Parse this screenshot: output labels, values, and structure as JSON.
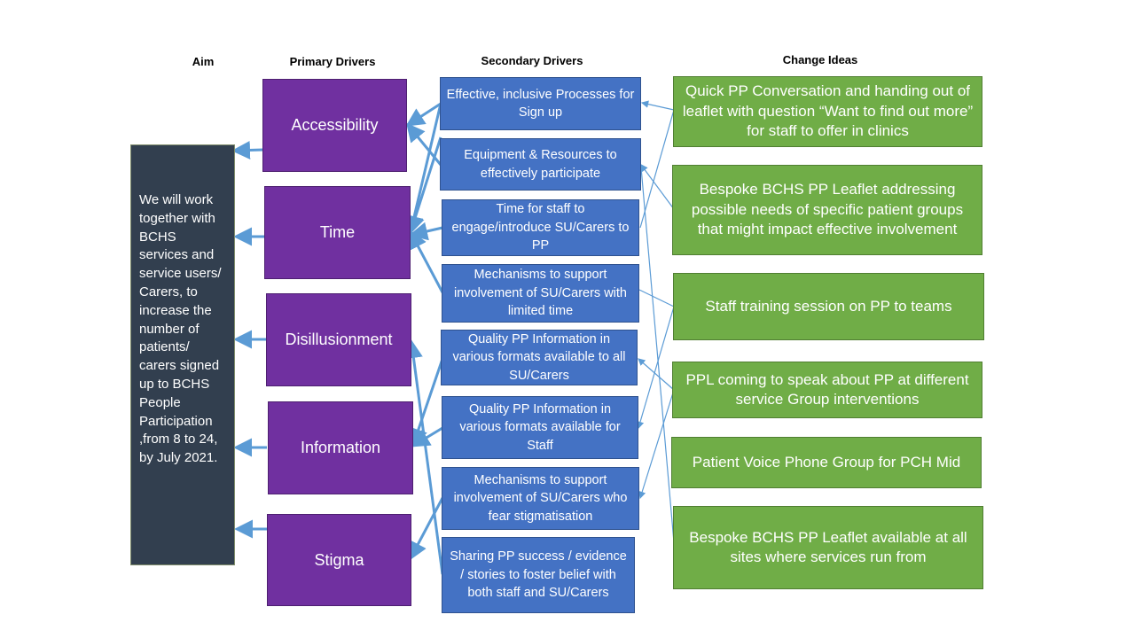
{
  "headers": {
    "aim": "Aim",
    "primary": "Primary Drivers",
    "secondary": "Secondary Drivers",
    "change": "Change Ideas"
  },
  "aim_text": "We will work together with BCHS services and service users/ Carers, to increase the number of patients/ carers signed up to BCHS People Participation ,from 8 to 24, by July 2021.",
  "primary_drivers": [
    "Accessibility",
    "Time",
    "Disillusionment",
    "Information",
    "Stigma"
  ],
  "secondary_drivers": [
    "Effective, inclusive Processes for Sign up",
    "Equipment & Resources to effectively participate",
    "Time for staff to engage/introduce SU/Carers to PP",
    "Mechanisms to support involvement of SU/Carers with limited time",
    "Quality PP Information in various formats available to all SU/Carers",
    "Quality PP Information in various formats available for Staff",
    "Mechanisms to support involvement of SU/Carers who fear stigmatisation",
    "Sharing PP success / evidence / stories to foster belief with both staff and SU/Carers"
  ],
  "change_ideas": [
    "Quick PP Conversation and handing out of leaflet with question “Want to find out more” for staff to offer in clinics",
    "Bespoke BCHS PP Leaflet addressing possible needs of specific patient groups that might impact effective involvement",
    "Staff training session on PP to teams",
    "PPL coming to speak about PP at different service Group interventions",
    "Patient Voice Phone Group for PCH Mid",
    "Bespoke BCHS PP Leaflet available at all sites where services run from"
  ],
  "colors": {
    "aim": "#323f4f",
    "primary": "#7030a0",
    "secondary": "#4472c4",
    "change": "#70ad47",
    "connector": "#5b9bd5"
  }
}
